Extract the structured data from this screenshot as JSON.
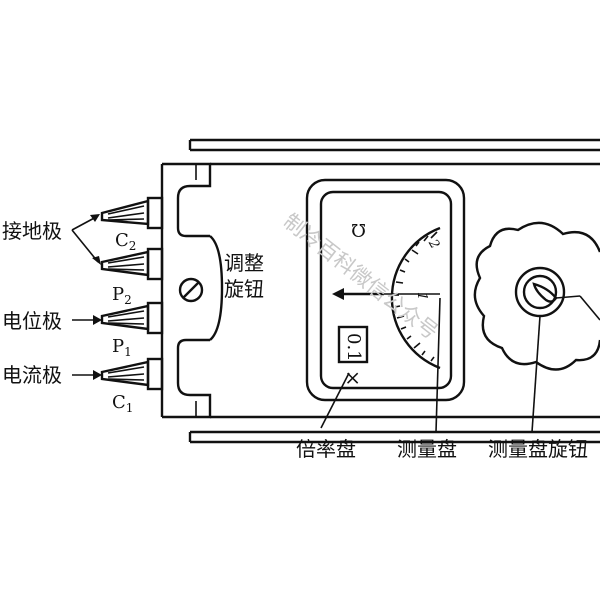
{
  "labels": {
    "ground_electrode": "接地极",
    "potential_electrode": "电位极",
    "current_electrode": "电流极",
    "c2": "C",
    "c2_index": "2",
    "p2": "P",
    "p2_index": "2",
    "p1": "P",
    "p1_index": "1",
    "c1": "C",
    "c1_index": "1",
    "adjust_knob_line1": "调整",
    "adjust_knob_line2": "旋钮",
    "multiplier_dial": "倍率盘",
    "measuring_dial": "测量盘",
    "measuring_dial_knob": "测量盘旋钮"
  },
  "dial": {
    "omega": "Ω",
    "tick_1": "1",
    "tick_2": "2",
    "multiplier_value": "0.1",
    "times_sign": "×"
  },
  "watermark": "制冷百科微信公众号"
}
